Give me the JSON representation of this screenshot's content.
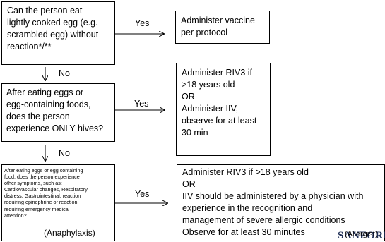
{
  "q1": "Can the person eat\nlightly cooked egg (e.g.\nscrambled egg) without\nreaction*/**",
  "q2": "After eating eggs or\negg-containing foods,\ndoes the person\nexperience ONLY hives?",
  "q3": "After eating eggs or egg containing\nfood, does the person experience\nother symptoms, such as:\nCardiovascular changes, Respiratory\ndistress, Gastrointestinal, reaction\nrequiring epinephrine or reaction\nrequiring emergency medical\nattention?",
  "q3_suffix": "(Anaphylaxis)",
  "a1": "Administer vaccine\nper protocol",
  "a2": "Administer RIV3 if\n>18 years old\nOR\nAdminister IIV,\nobserve for at least\n30 min",
  "a3": "Administer RIV3 if >18 years old\nOR\nIIV should be administered by a physician with\nexperience in the recognition and\nmanagement of severe allergic conditions\nObserve for at least 30 minutes",
  "a3_suffix": "(Allergist)",
  "yes1": "Yes",
  "yes2": "Yes",
  "yes3": "Yes",
  "no1": "No",
  "no2": "No",
  "logo_text": "SANFORD"
}
